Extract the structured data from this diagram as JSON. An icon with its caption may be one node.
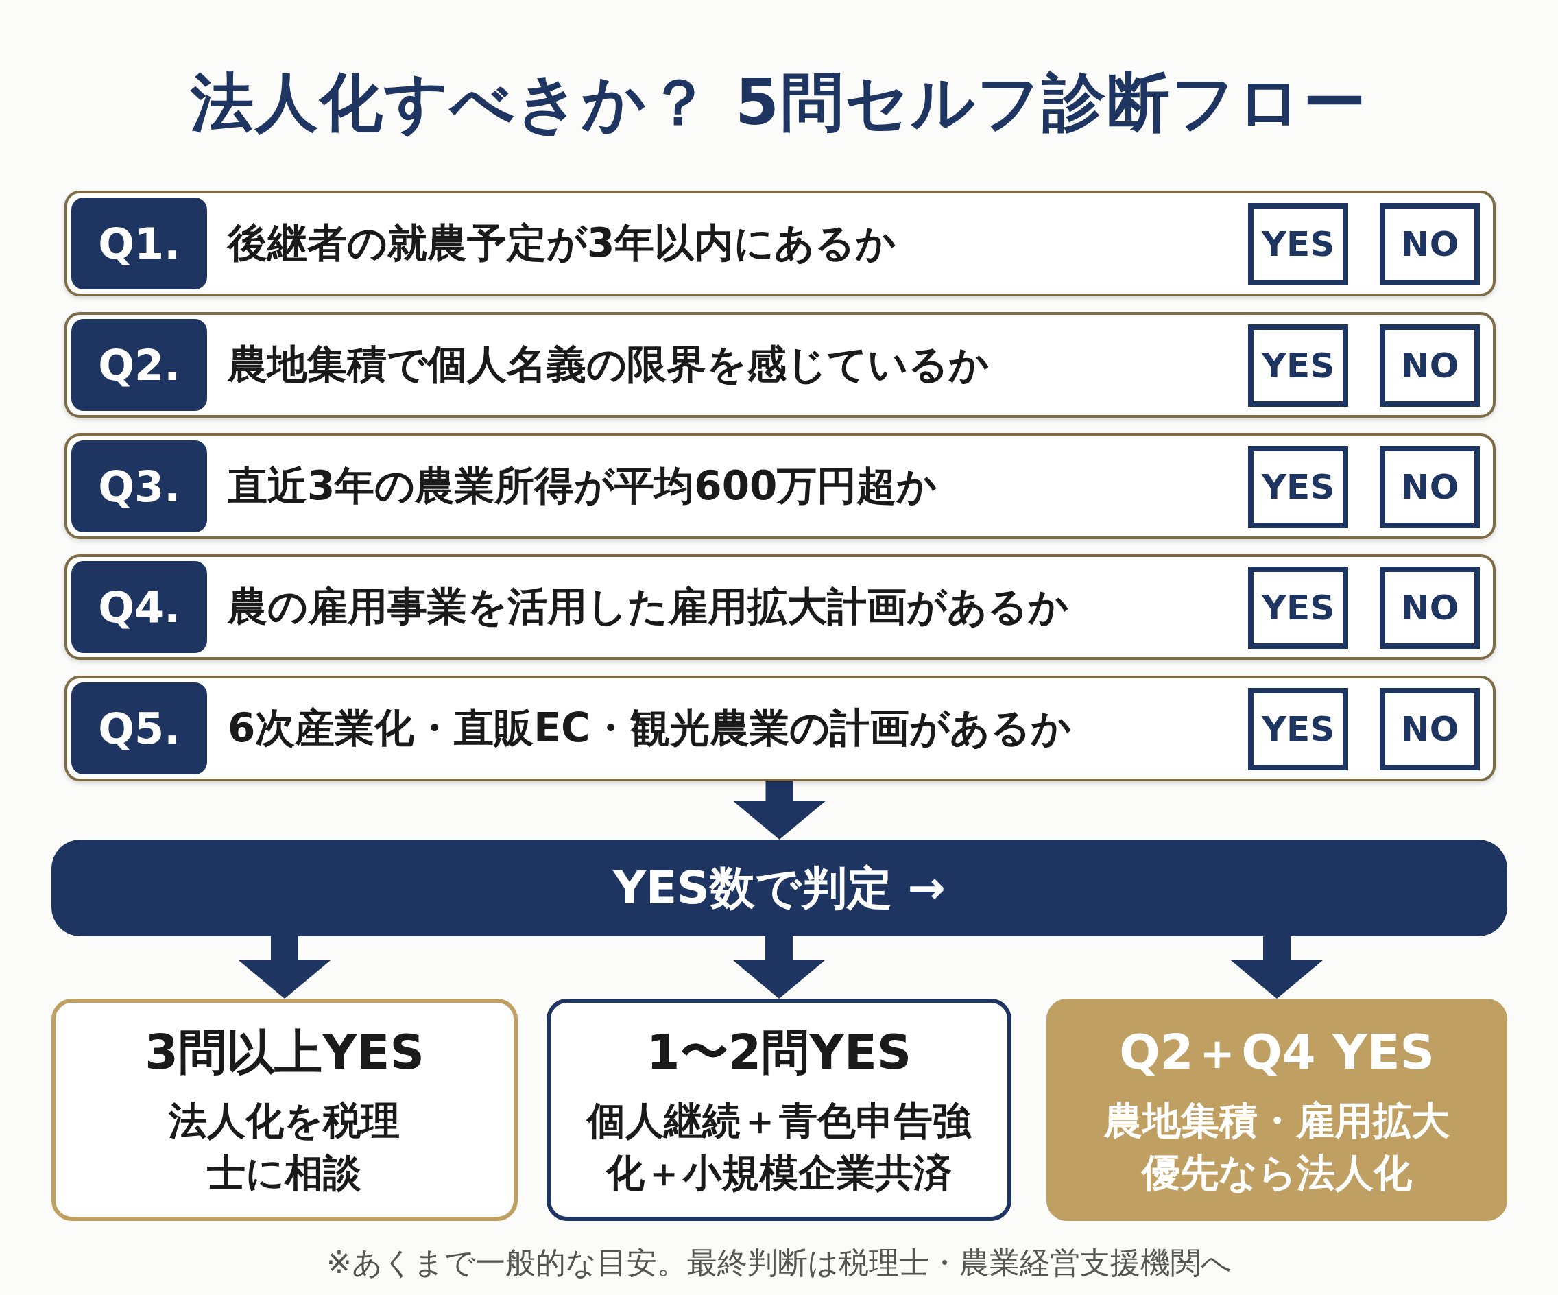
{
  "diagram": {
    "title": "法人化すべきか？ 5問セルフ診断フロー",
    "nodes": [
      {
        "text": [
          "Q1.",
          "後継者の就農予定が3年以内にあるか"
        ]
      },
      {
        "text": [
          "YES"
        ],
        "in": 0
      },
      {
        "text": [
          "NO"
        ],
        "in": 0
      },
      {
        "text": [
          "Q2.",
          "農地集積で個人名義の限界を感じているか"
        ]
      },
      {
        "text": [
          "YES"
        ],
        "in": 3
      },
      {
        "text": [
          "NO"
        ],
        "in": 3
      },
      {
        "text": [
          "Q3.",
          "直近3年の農業所得が平均600万円超か"
        ]
      },
      {
        "text": [
          "YES"
        ],
        "in": 6
      },
      {
        "text": [
          "NO"
        ],
        "in": 6
      },
      {
        "text": [
          "Q4.",
          "農の雇用事業を活用した雇用拡大計画があるか"
        ]
      },
      {
        "text": [
          "YES"
        ],
        "in": 9
      },
      {
        "text": [
          "NO"
        ],
        "in": 9
      },
      {
        "text": [
          "Q5.",
          "6次産業化・直販EC・観光農業の計画があるか"
        ]
      },
      {
        "text": [
          "YES"
        ],
        "in": 12
      },
      {
        "text": [
          "NO"
        ],
        "in": 12
      },
      {
        "text": [
          "YES数で判定 →"
        ]
      },
      {
        "text": [
          "3問以上YES",
          "法人化を税理士に相談"
        ]
      },
      {
        "text": [
          "1〜2問YES",
          "個人継続＋青色申告強化＋小規模企業共済"
        ]
      },
      {
        "text": [
          "Q2＋Q4 YES",
          "農地集積・雇用拡大優先なら法人化"
        ]
      }
    ],
    "edges": [
      {
        "from": 12,
        "to": 15,
        "arrow": "to"
      },
      {
        "from": 15,
        "to": 16,
        "arrow": "to"
      },
      {
        "from": 15,
        "to": 17,
        "arrow": "to"
      },
      {
        "from": 15,
        "to": 18,
        "arrow": "to"
      }
    ],
    "labels": [
      "※あくまで一般的な目安。最終判断は税理士・農業経営支援機関へ"
    ]
  }
}
